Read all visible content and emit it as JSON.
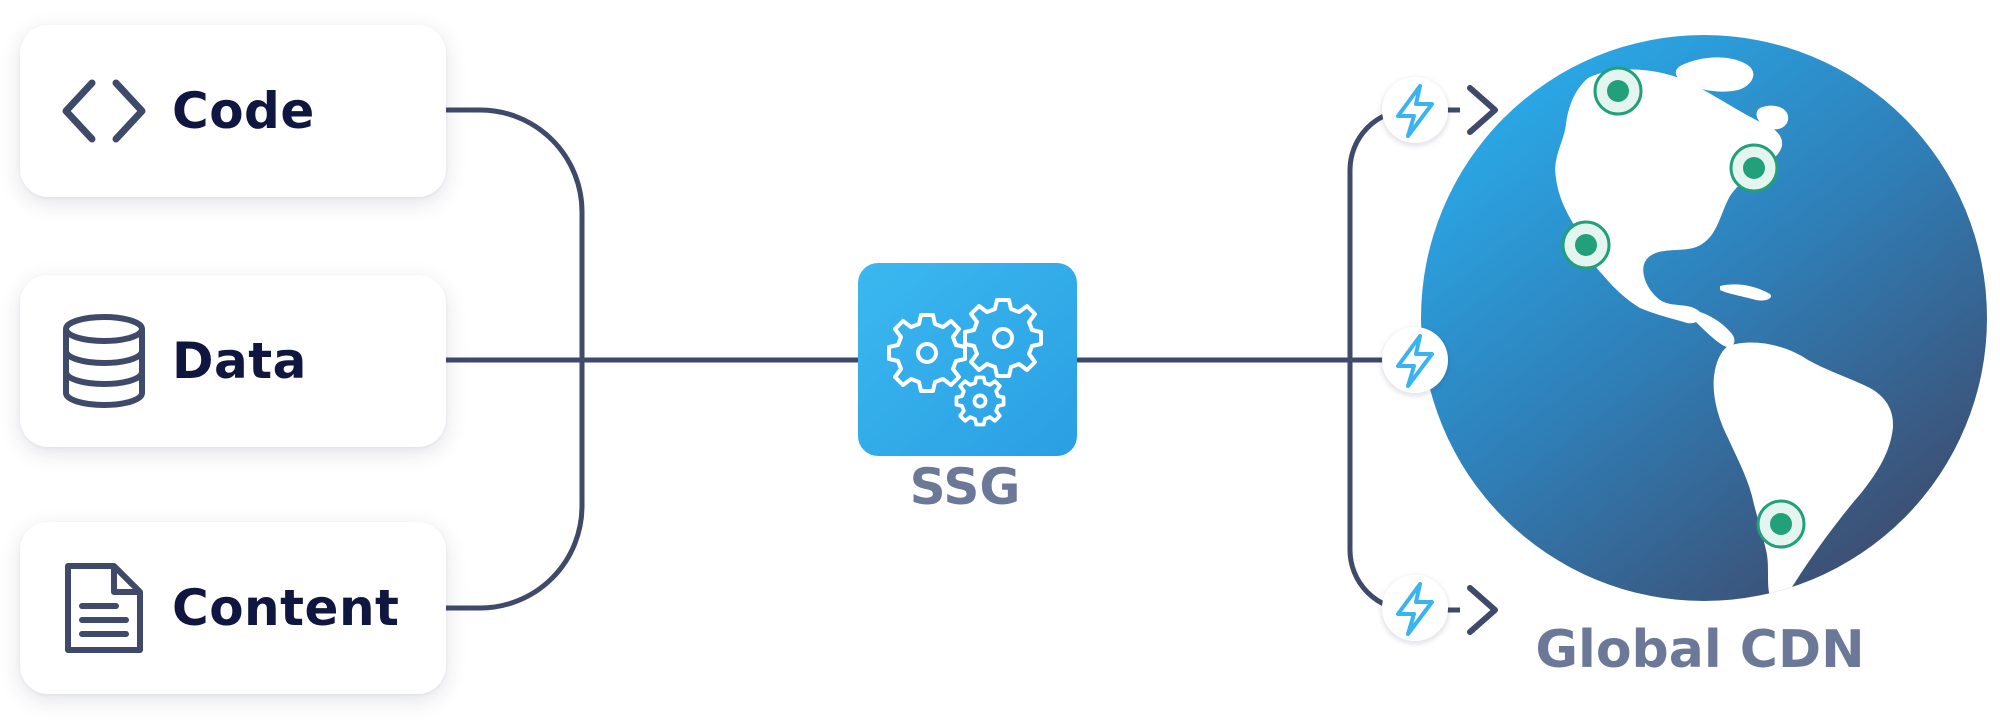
{
  "sources": [
    {
      "label": "Code",
      "icon": "code-brackets-icon"
    },
    {
      "label": "Data",
      "icon": "database-icon"
    },
    {
      "label": "Content",
      "icon": "document-icon"
    }
  ],
  "ssg": {
    "label": "SSG",
    "icon": "gears-icon"
  },
  "cdn": {
    "label": "Global CDN",
    "icon": "globe-icon"
  },
  "edge_icons": [
    "lightning-bolt-icon",
    "lightning-bolt-icon",
    "lightning-bolt-icon"
  ],
  "location_pins": [
    "location-pin-icon",
    "location-pin-icon",
    "location-pin-icon",
    "location-pin-icon"
  ],
  "colors": {
    "connector": "#3f4a6b",
    "card_text": "#0f1640",
    "label_gray": "#6b7898",
    "ssg_blue": "#2fa6e6",
    "globe_light": "#2b9fdc",
    "globe_dark": "#3c4a70",
    "pin_green": "#22a07a",
    "bolt_blue": "#39b4ee"
  }
}
